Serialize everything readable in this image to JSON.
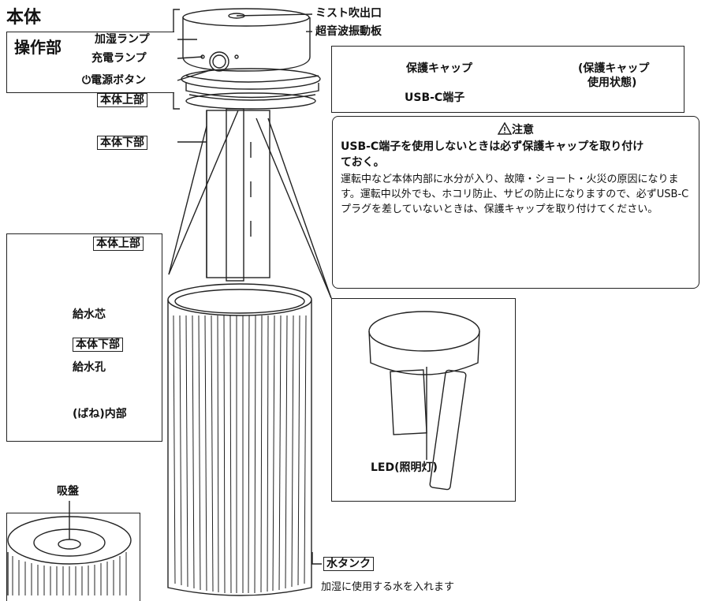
{
  "title": "本体",
  "operation_section": {
    "label": "操作部",
    "humidify_lamp": "加湿ランプ",
    "charge_lamp": "充電ランプ",
    "power_button": "⏻電源ボタン"
  },
  "top_labels": {
    "mist_outlet": "ミスト吹出口",
    "ultrasonic_plate": "超音波振動板",
    "upper_body": "本体上部",
    "lower_body": "本体下部"
  },
  "cap_panel": {
    "protective_cap": "保護キャップ",
    "usb_port": "USB-C端子",
    "cap_in_use_line1": "(保護キャップ",
    "cap_in_use_line2": "使用状態)"
  },
  "caution": {
    "heading": "注意",
    "bold_line1": "USB-C端子を使用しないときは必ず保護キャップを取り付け",
    "bold_line2": "ておく。",
    "body": "運転中など本体内部に水分が入り、故障・ショート・火災の原因になります。運転中以外でも、ホコリ防止、サビの防止になりますので、必ずUSB-Cプラグを差していないときは、保護キャップを取り付けてください。"
  },
  "left_panel": {
    "upper_body": "本体上部",
    "wick": "給水芯",
    "lower_body": "本体下部",
    "water_holes": "給水孔",
    "spring_inner": "(ばね)内部"
  },
  "led_panel": {
    "led": "LED(照明灯)"
  },
  "bottom_left": {
    "suction_cup": "吸盤"
  },
  "tank": {
    "label": "水タンク",
    "description": "加湿に使用する水を入れます"
  }
}
